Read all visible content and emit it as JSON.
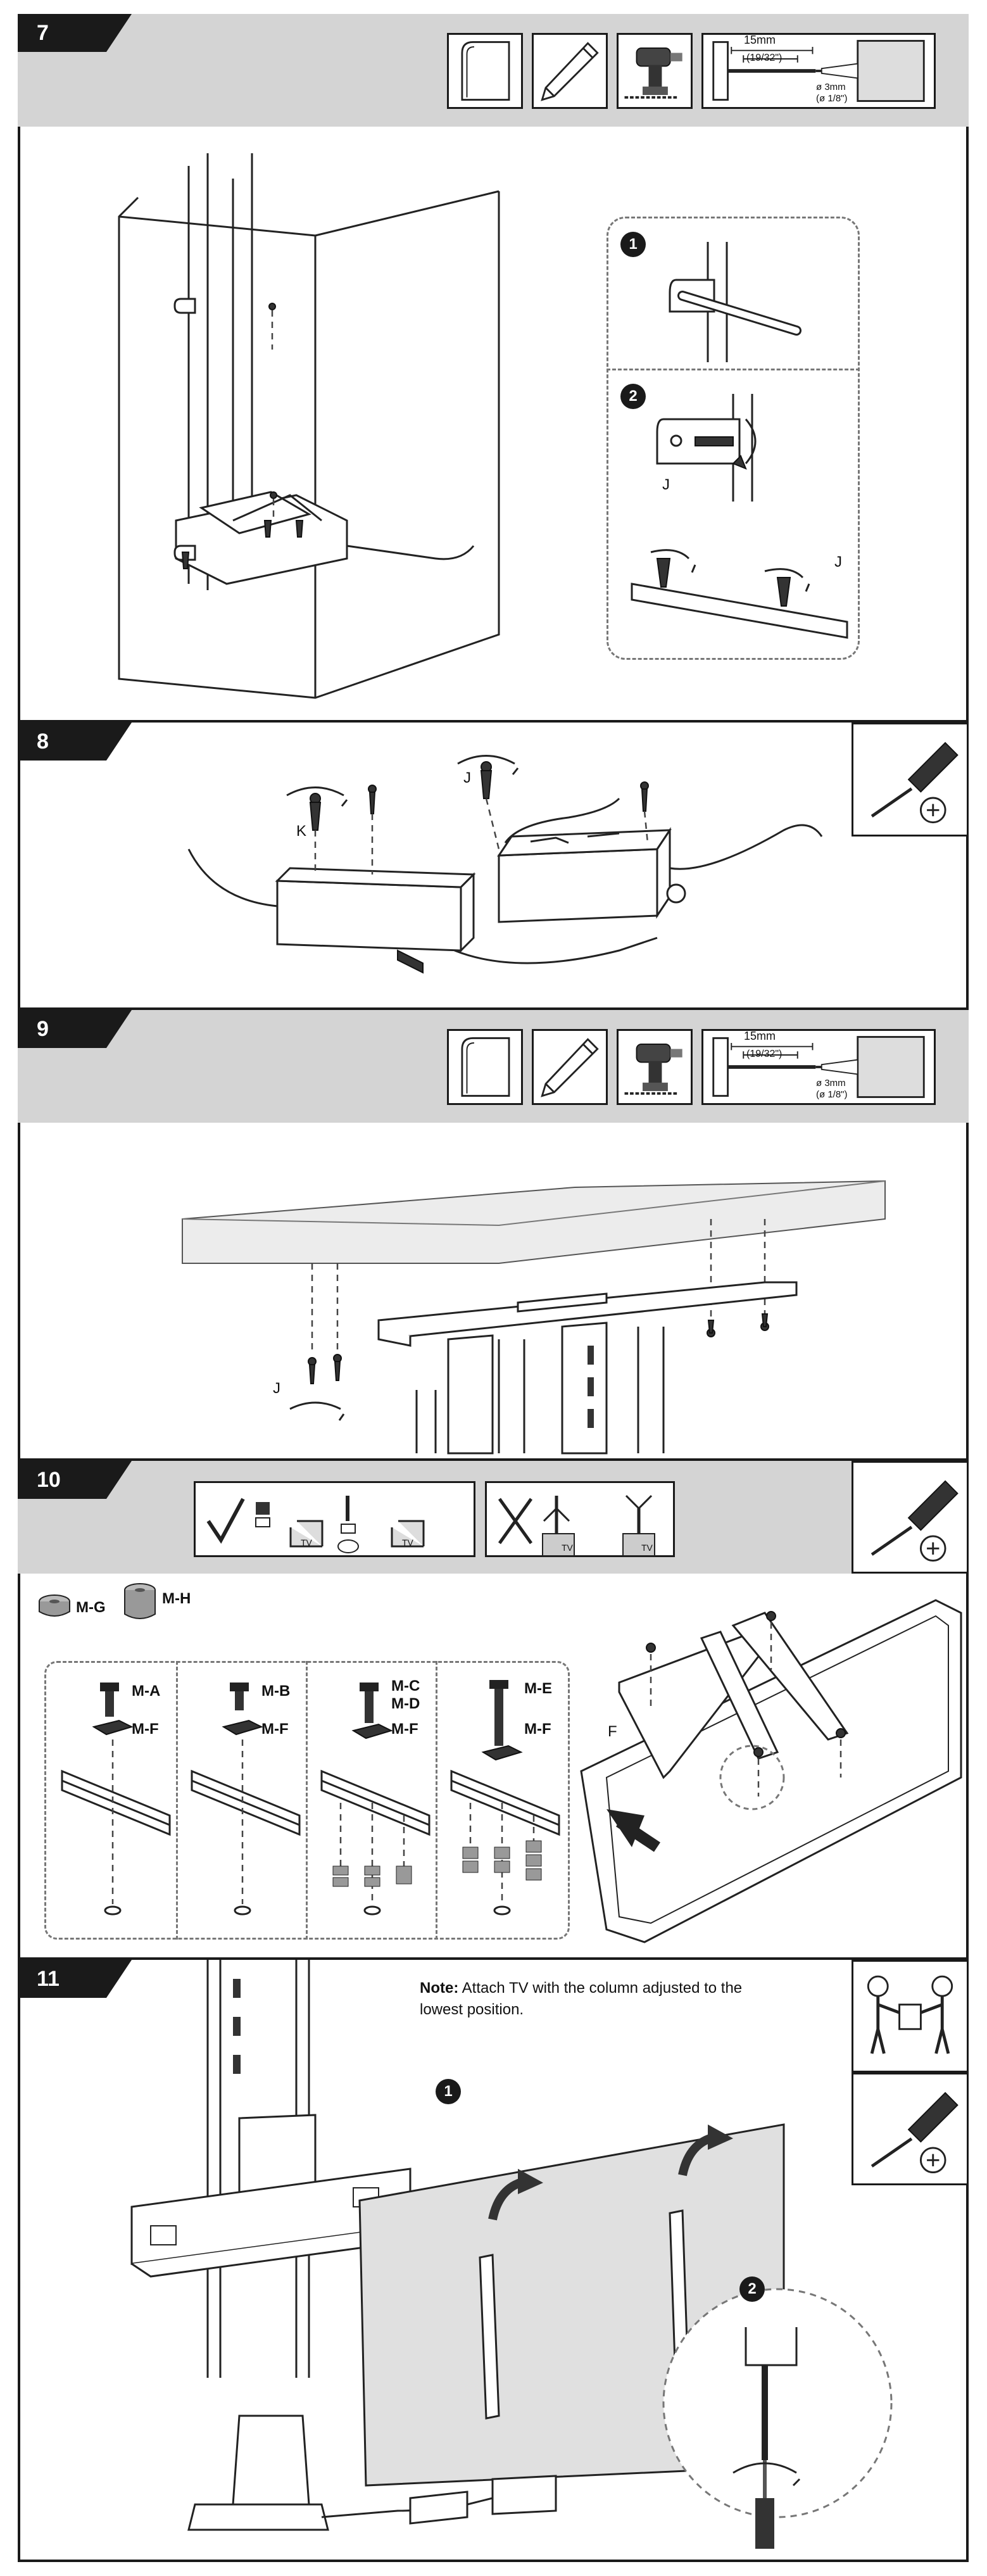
{
  "steps": [
    {
      "number": "7"
    },
    {
      "number": "8"
    },
    {
      "number": "9"
    },
    {
      "number": "10"
    },
    {
      "number": "11"
    }
  ],
  "drill_guide": {
    "dim_top": "15mm",
    "dim_mid": "(19/32\")",
    "bit_size": "ø 3mm",
    "bit_size_in": "(ø 1/8\")"
  },
  "drill_guide_9": {
    "dim_top": "15mm",
    "dim_mid": "(19/32\")",
    "bit_size": "ø 3mm",
    "bit_size_in": "(ø 1/8\")"
  },
  "step7": {
    "sub1": "1",
    "sub2": "2",
    "j1": "J",
    "j2": "J"
  },
  "step8": {
    "k": "K",
    "j": "J"
  },
  "step9": {
    "j": "J"
  },
  "step10": {
    "mark_tv_1": "TV",
    "mark_tv_2": "TV",
    "mark_tv_3": "TV",
    "mark_tv_4": "TV",
    "mg": "M-G",
    "mh": "M-H",
    "parts": [
      {
        "top": "M-A",
        "bottom": "M-F"
      },
      {
        "top": "M-B",
        "bottom": "M-F"
      },
      {
        "top": "M-C",
        "top2": "M-D",
        "bottom": "M-F"
      },
      {
        "top": "M-E",
        "bottom": "M-F"
      }
    ],
    "f": "F"
  },
  "step11": {
    "note_bold": "Note:",
    "note_text": " Attach TV with the column adjusted to the lowest position.",
    "sub1": "1",
    "sub2": "2"
  }
}
